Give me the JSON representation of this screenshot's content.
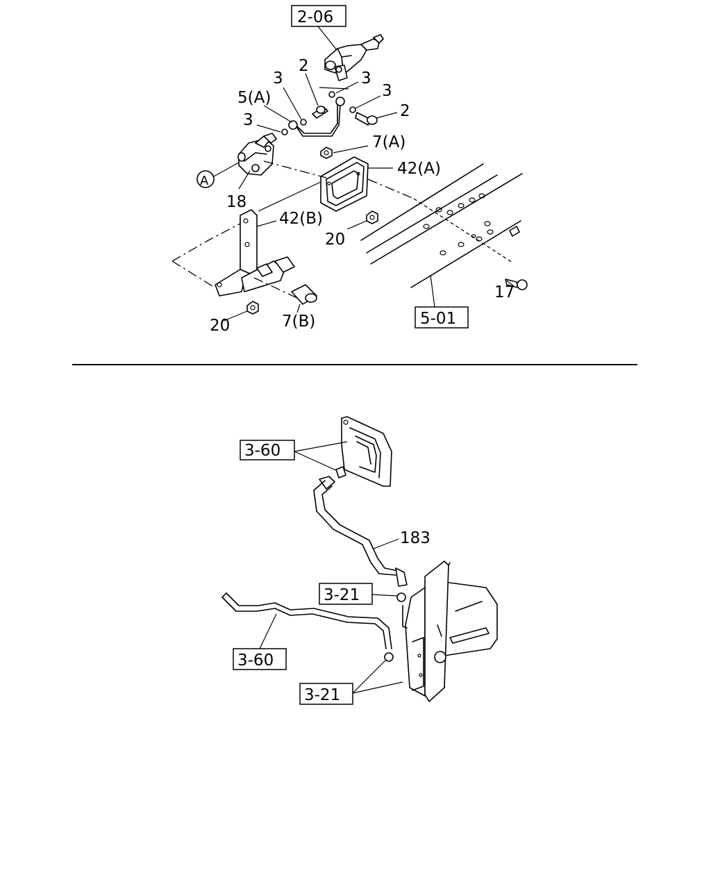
{
  "upper_diagram": {
    "ref_boxes": {
      "top": "2-06",
      "frame": "5-01"
    },
    "labels": {
      "l2a": "2",
      "l2b": "2",
      "l3a": "3",
      "l3b": "3",
      "l3c": "3",
      "l3d": "3",
      "l5a": "5(A)",
      "l7a": "7(A)",
      "l7b": "7(B)",
      "l42a": "42(A)",
      "l42b": "42(B)",
      "l18": "18",
      "l20a": "20",
      "l20b": "20",
      "l17": "17",
      "circleA": "A"
    }
  },
  "lower_diagram": {
    "ref_boxes": {
      "bracket": "3-60",
      "clamp_upper": "3-21",
      "hose_left": "3-60",
      "clamp_lower": "3-21"
    },
    "labels": {
      "l183": "183"
    }
  }
}
